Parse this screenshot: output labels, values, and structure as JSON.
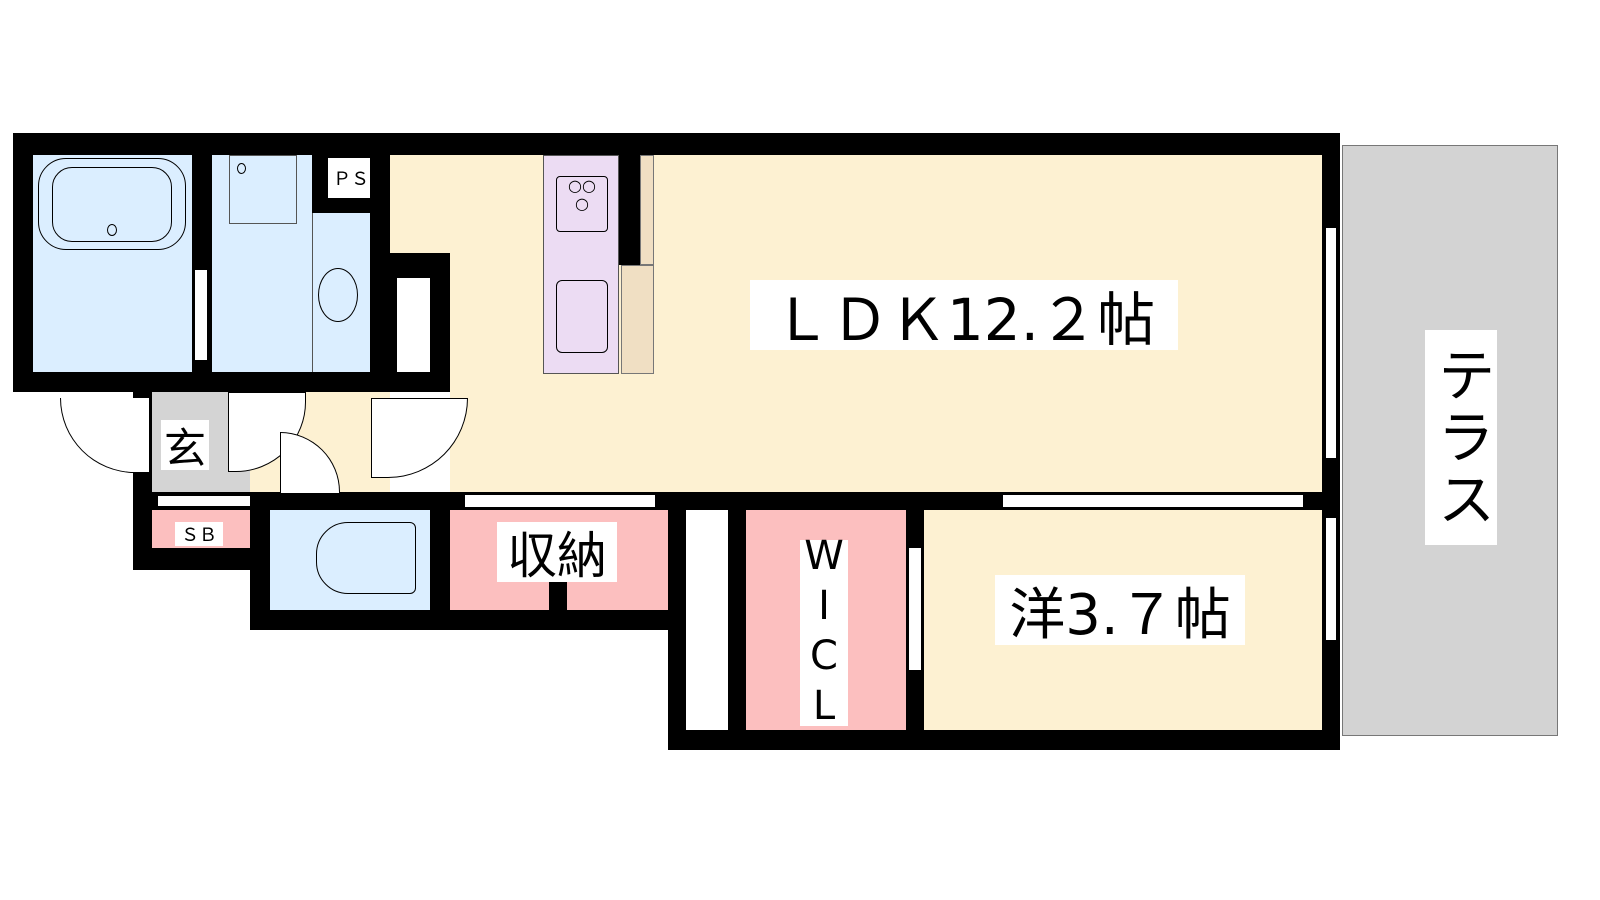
{
  "rooms": {
    "ldk": "ＬＤＫ12.２帖",
    "terrace": "テラス",
    "western": "洋3.７帖",
    "wic": "WICL",
    "storage": "収納",
    "entrance": "玄",
    "shoebox": "ＳＢ",
    "pipe_space": "ＰＳ"
  },
  "colors": {
    "wet": "#dbeeff",
    "living": "#fdf1d2",
    "storage": "#fcbfbf",
    "kitchen": "#ecdcf3",
    "terrace": "#d3d3d3",
    "entrance": "#d4d4d4"
  }
}
